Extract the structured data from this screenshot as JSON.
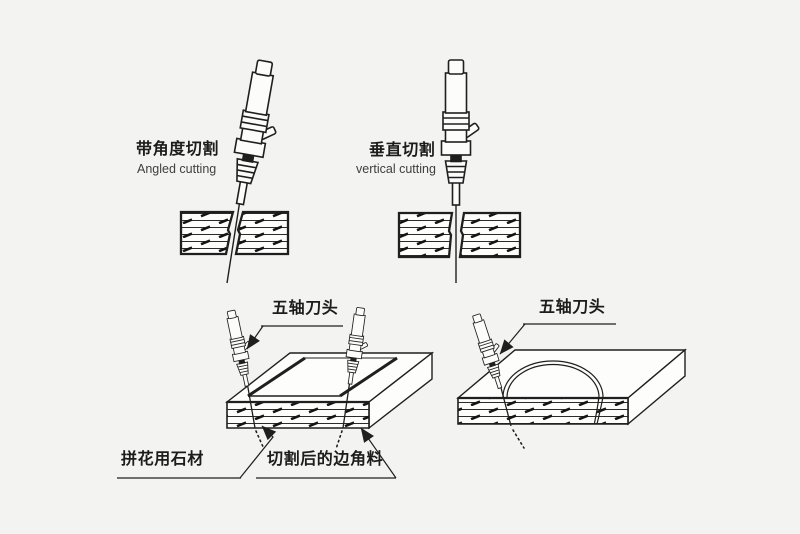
{
  "colors": {
    "background": "#f3f3f1",
    "line": "#1f1f1f",
    "text_primary": "#1c1c1c",
    "text_secondary": "#3f3f3f"
  },
  "diagrams": {
    "angled": {
      "label_cn": "带角度切割",
      "label_en": "Angled cutting"
    },
    "vertical": {
      "label_cn": "垂直切割",
      "label_en": "vertical cutting"
    },
    "rect_cut": {
      "tool_label": "五轴刀头",
      "material_label": "拼花用石材",
      "offcut_label": "切割后的边角料"
    },
    "curve_cut": {
      "tool_label": "五轴刀头"
    }
  }
}
